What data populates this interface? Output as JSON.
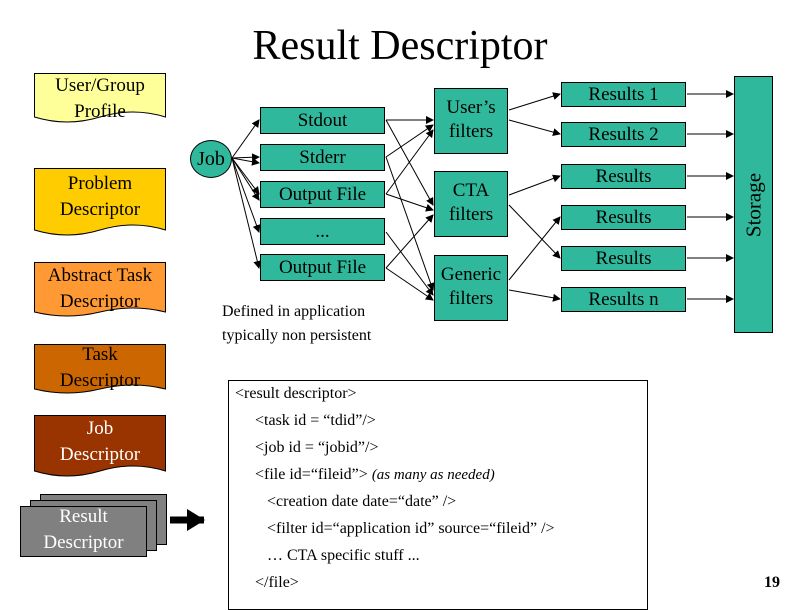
{
  "title": "Result Descriptor",
  "descriptors": {
    "user_group_profile": "User/Group\nProfile",
    "problem": "Problem\nDescriptor",
    "abstract_task": "Abstract Task\nDescriptor",
    "task": "Task\nDescriptor",
    "job": "Job\nDescriptor",
    "result": "Result\nDescriptor"
  },
  "colors": {
    "user_group_profile": "#ffff99",
    "problem": "#ffcc00",
    "abstract_task": "#ff9933",
    "task": "#cc6600",
    "job": "#993300",
    "result": "#808080",
    "teal": "#2fb89b"
  },
  "flow": {
    "job": "Job",
    "outputs": [
      "Stdout",
      "Stderr",
      "Output File",
      "...",
      "Output File"
    ],
    "filters": [
      "User’s\nfilters",
      "CTA\nfilters",
      "Generic\nfilters"
    ],
    "results": [
      "Results 1",
      "Results 2",
      "Results",
      "Results",
      "Results",
      "Results n"
    ],
    "storage": "Storage"
  },
  "note": "Defined in application\ntypically non persistent",
  "code": {
    "line1": "<result descriptor>",
    "line2": "<task  id = “tdid”/>",
    "line3": "<job  id = “jobid”/>",
    "line4_main": "<file id=“fileid”>",
    "line4_comment": "(as many as needed)",
    "line5": "<creation date date=“date” />",
    "line6": "<filter id=“application id” source=“fileid” />",
    "line7": "…  CTA specific stuff ...",
    "line8": "</file>"
  },
  "page_number": "19"
}
